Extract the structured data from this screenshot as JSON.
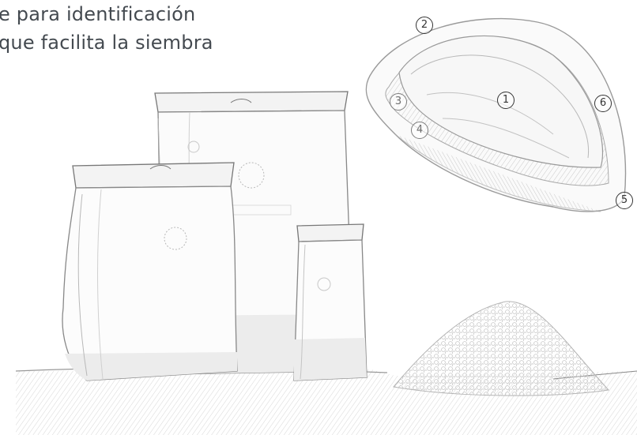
{
  "caption": {
    "line1": "e para identificación",
    "line2": "que facilita la siembra"
  },
  "callouts": [
    "2",
    "3",
    "1",
    "6",
    "4",
    "5"
  ],
  "colors": {
    "text": "#444a50",
    "sketch_stroke": "#8a8a8a",
    "band_fill": "#ececec"
  }
}
